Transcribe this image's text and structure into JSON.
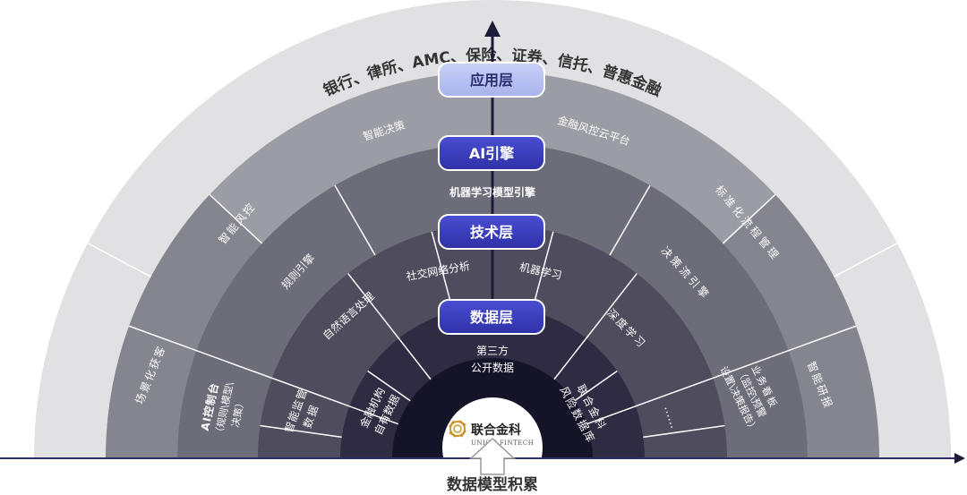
{
  "outer_text": "银行、律所、AMC、保险、证券、信托、普惠金融",
  "layers": {
    "application": "应用层",
    "ai_engine": "AI引擎",
    "technology": "技术层",
    "data": "数据层"
  },
  "ring_application": [
    "智能决策",
    "金融风控云平台"
  ],
  "ring_ai_center": "机器学习模型引擎",
  "ring_technology": [
    "社交网络分析",
    "机器学习"
  ],
  "ring_data_center": [
    "第三方",
    "公开数据"
  ],
  "left_ring_labels": {
    "ring1": "场景化获客",
    "ring2": "智能风控",
    "ring3": "规则引擎",
    "ring4": "自然语言处理"
  },
  "right_ring_labels": {
    "ring1": "智能研报",
    "ring2": "标准化流程管理",
    "ring3": "决策流引擎",
    "ring4": "深度学习"
  },
  "bottom_left": {
    "ai_control": [
      "AI控制台",
      "（规则\\模型\\",
      "决策）"
    ],
    "smart_data": [
      "智能监管",
      "数据"
    ],
    "institution_data": [
      "金融机构",
      "自有数据"
    ]
  },
  "bottom_right": {
    "risk_db": [
      "联合金科",
      "风险数据库"
    ],
    "ellipsis": "……",
    "biz_view": [
      "业务看板",
      "（监控\\预警",
      "设置\\决策报告）"
    ]
  },
  "logo": {
    "name": "联合金科",
    "sub": "UNION FINTECH"
  },
  "bottom_label": "数据模型积累",
  "colors": {
    "outer_ring": "#e1e1e3",
    "app_ring": "#9c9ca5",
    "app_ring_sides": "#85858f",
    "ai_ring": "#6d6c79",
    "tech_ring": "#4e4c5d",
    "data_ring": "#2f2b42",
    "core": "#151327",
    "pill_light": "#b9c2f2",
    "pill_dark": "#3c3ec1"
  }
}
